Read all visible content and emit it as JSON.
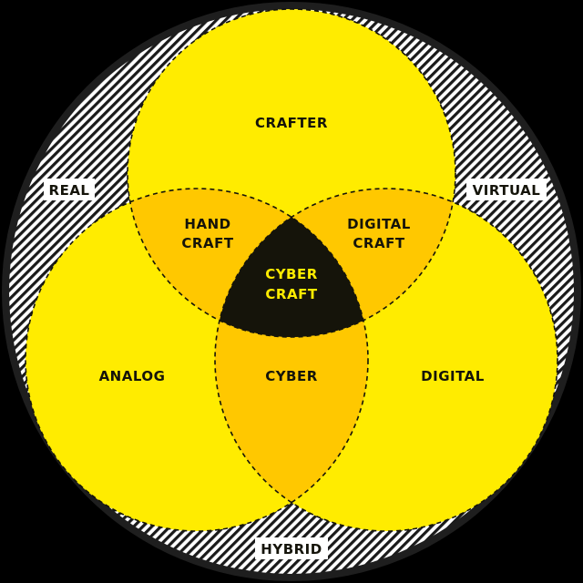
{
  "colors": {
    "background": "#000000",
    "outer_border": "#1e1e1e",
    "hatch_dark": "#1a1a1a",
    "hatch_light": "#ffffff",
    "circle_fill": "#ffec00",
    "pair_overlap_fill": "#ffc800",
    "center_fill": "#15140a",
    "text_dark": "#15140a",
    "text_center": "#ffec00"
  },
  "ring_labels": {
    "real": "REAL",
    "virtual": "VIRTUAL",
    "hybrid": "HYBRID"
  },
  "circles": {
    "top": "CRAFTER",
    "left": "ANALOG",
    "right": "DIGITAL"
  },
  "overlaps": {
    "top_left": [
      "HAND",
      "CRAFT"
    ],
    "top_right": [
      "DIGITAL",
      "CRAFT"
    ],
    "left_right": "CYBER",
    "center": [
      "CYBER",
      "CRAFT"
    ]
  }
}
